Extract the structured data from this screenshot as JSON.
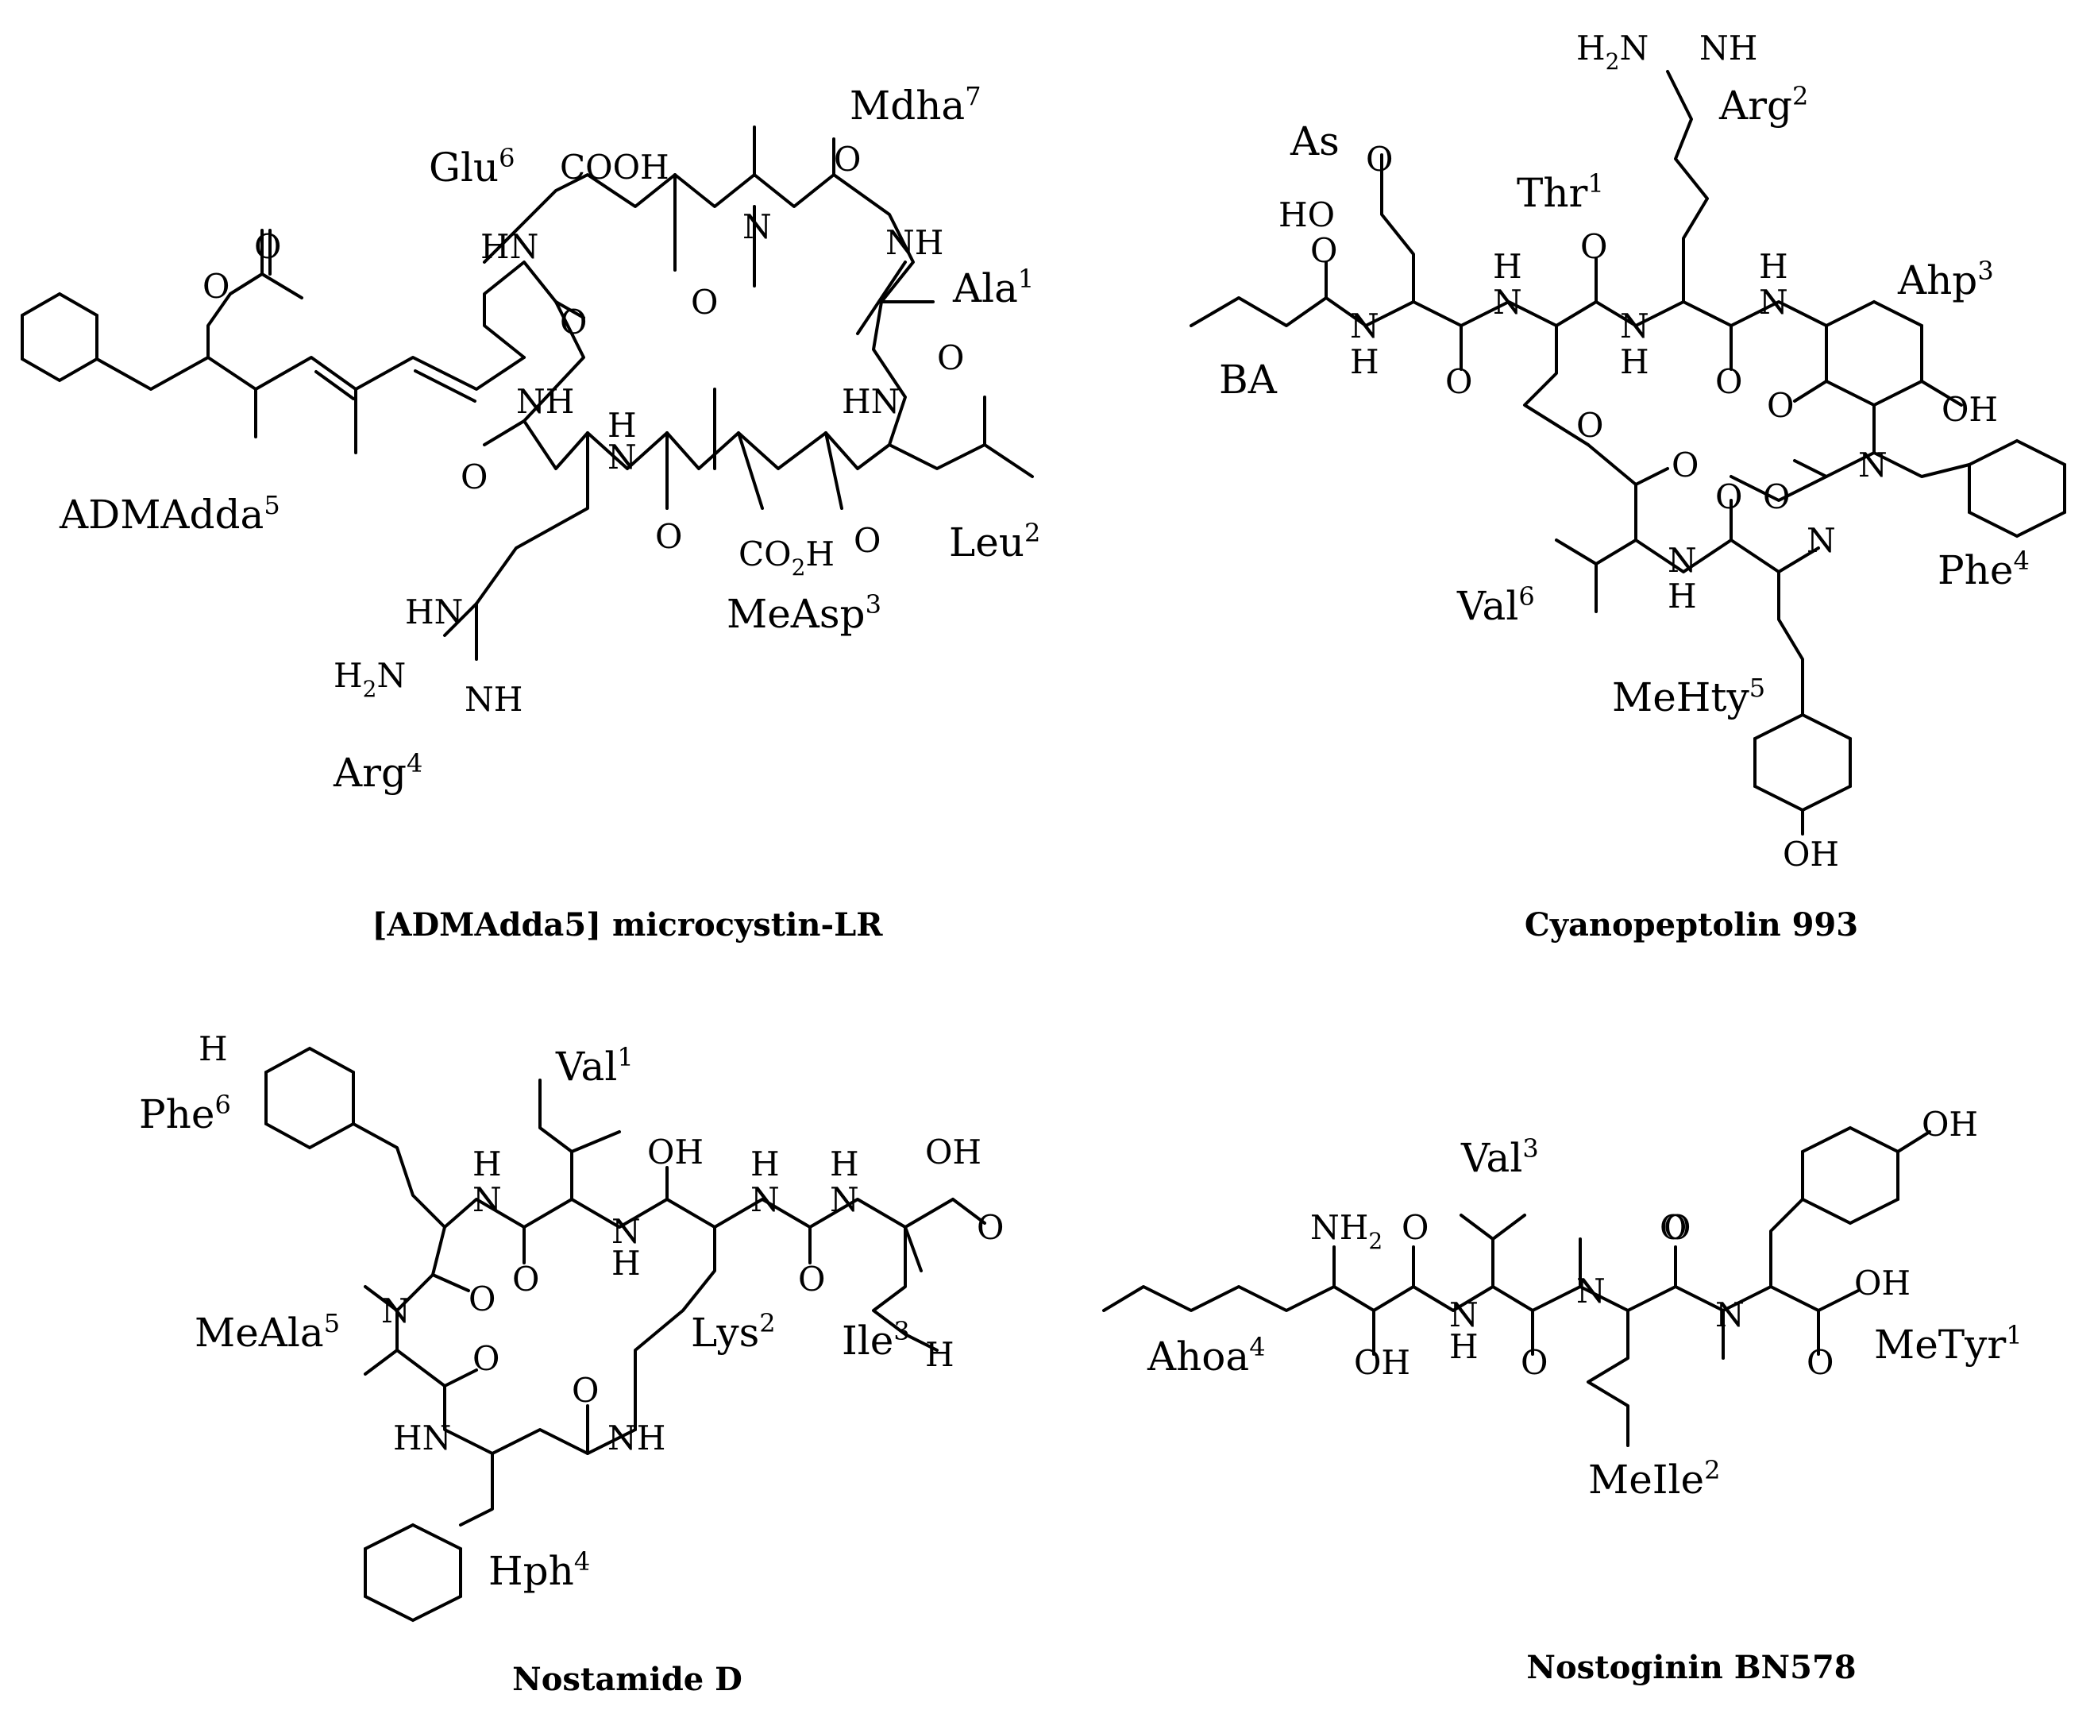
{
  "panels": [
    {
      "title": "[ADMAdda5] microcystin-LR",
      "residues": [
        "Glu",
        "Mdha",
        "Ala",
        "ADMAdda",
        "Leu",
        "MeAsp",
        "Arg"
      ],
      "residue_numbers": [
        "6",
        "7",
        "1",
        "5",
        "2",
        "3",
        "4"
      ],
      "atoms": [
        "COOH",
        "HN",
        "NH",
        "NH",
        "HN",
        "N",
        "O",
        "O",
        "O",
        "O",
        "O",
        "O",
        "O",
        "O",
        "O",
        "CO",
        "2",
        "H",
        "HN",
        "H",
        "2",
        "N",
        "NH",
        "H",
        "N",
        "H"
      ]
    },
    {
      "title": "Cyanopeptolin 993",
      "residues": [
        "As",
        "Thr",
        "Arg",
        "Ahp",
        "BA",
        "Phe",
        "Val",
        "MeHty"
      ],
      "residue_numbers": [
        "",
        "1",
        "2",
        "3",
        "",
        "4",
        "6",
        "5"
      ],
      "atoms": [
        "H",
        "2",
        "N",
        "NH",
        "HO",
        "O",
        "O",
        "N",
        "H",
        "O",
        "N",
        "H",
        "O",
        "N",
        "H",
        "O",
        "N",
        "H",
        "O",
        "OH",
        "O",
        "O",
        "N",
        "O",
        "O",
        "N",
        "N",
        "H",
        "OH"
      ]
    },
    {
      "title": "Nostamide D",
      "residues": [
        "Phe",
        "Val",
        "MeAla",
        "Lys",
        "Ile",
        "Hph"
      ],
      "residue_numbers": [
        "6",
        "1",
        "5",
        "2",
        "3",
        "4"
      ],
      "atoms": [
        "H",
        "OH",
        "N",
        "H",
        "N",
        "H",
        "N",
        "H",
        "N",
        "H",
        "OH",
        "O",
        "O",
        "O",
        "O",
        "N",
        "O",
        "HN",
        "NH",
        "O",
        "H"
      ]
    },
    {
      "title": "Nostoginin BN578",
      "residues": [
        "Val",
        "Ahoa",
        "MeIle",
        "MeTyr"
      ],
      "residue_numbers": [
        "3",
        "4",
        "2",
        "1"
      ],
      "atoms": [
        "OH",
        "NH",
        "2",
        "O",
        "N",
        "H",
        "N",
        "O",
        "N",
        "OH",
        "OH",
        "O",
        "O",
        "O"
      ]
    }
  ]
}
